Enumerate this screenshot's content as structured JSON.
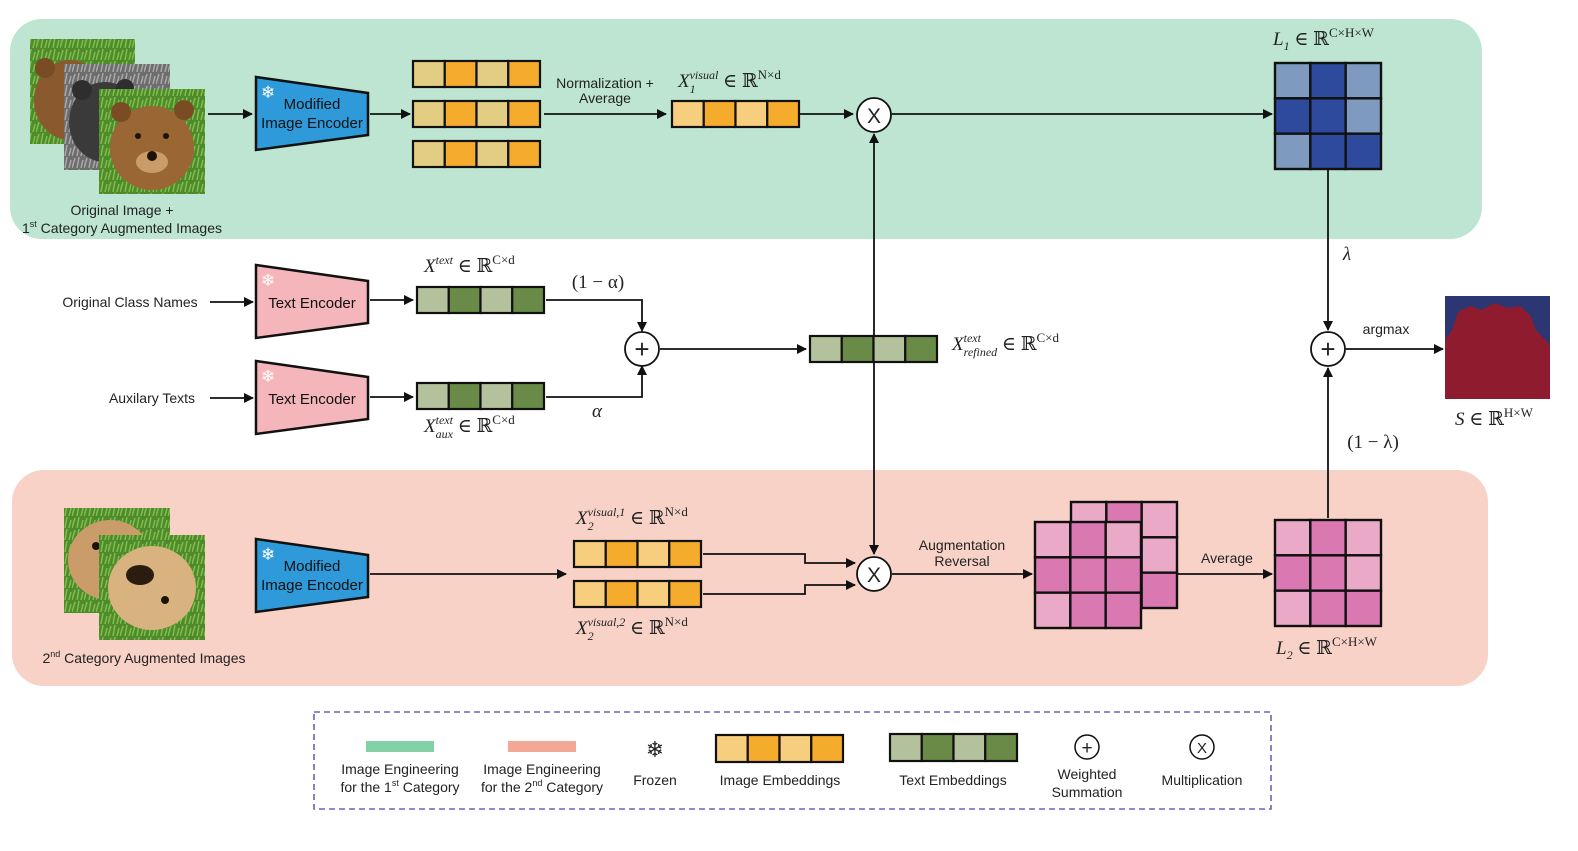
{
  "colors": {
    "band_top": "#bde5d1",
    "band_bottom": "#f8d2c6",
    "encoder_image": "#2e9ad9",
    "encoder_text": "#f4b6bb",
    "emb_light": "#f7cd7e",
    "emb_dark": "#f5ab2c",
    "emb_top_light": "#e3cd82",
    "txt_light": "#b3c29d",
    "txt_dark": "#6a8a48",
    "grid_blue_dark": "#2d4a9c",
    "grid_blue_light": "#7e9bbf",
    "grid_pink_dark": "#d978b1",
    "grid_pink_light": "#e9a9c7",
    "seg_bg": "#2c3672",
    "seg_fg": "#8e1b2e",
    "legend_border": "#7060b5",
    "legend_green": "#83d2a7",
    "legend_salmon": "#f3a795"
  },
  "inputs": {
    "top_caption_1": "Original Image +",
    "top_caption_2a": "1",
    "top_caption_2sup": "st",
    "top_caption_2b": " Category Augmented Images",
    "bottom_caption_a": "2",
    "bottom_caption_sup": "nd",
    "bottom_caption_b": " Category Augmented Images",
    "class_names": "Original Class Names",
    "aux_texts": "Auxilary Texts"
  },
  "encoders": {
    "image_line1": "Modified",
    "image_line2": "Image Encoder",
    "text": "Text Encoder",
    "frozen_glyph": "❄"
  },
  "steps": {
    "norm_line1": "Normalization +",
    "norm_line2": "Average",
    "aug_line1": "Augmentation",
    "aug_line2": "Reversal",
    "average": "Average",
    "argmax": "argmax",
    "mult": "X",
    "plus": "+"
  },
  "math": {
    "x1": {
      "base": "X",
      "sub": "1",
      "sup": "visual",
      "rest": " ∈ ℝ",
      "dim": "N×d"
    },
    "xtext": {
      "base": "X",
      "sup": "text",
      "rest": " ∈ ℝ",
      "dim": "C×d"
    },
    "xaux": {
      "base": "X",
      "sub": "aux",
      "sup": "text",
      "rest": " ∈ ℝ",
      "dim": "C×d"
    },
    "xrefined": {
      "base": "X",
      "sub": "refined",
      "sup": "text",
      "rest": " ∈ ℝ",
      "dim": "C×d"
    },
    "x21": {
      "base": "X",
      "sub": "2",
      "sup": "visual,1",
      "rest": " ∈ ℝ",
      "dim": "N×d"
    },
    "x22": {
      "base": "X",
      "sub": "2",
      "sup": "visual,2",
      "rest": " ∈ ℝ",
      "dim": "N×d"
    },
    "l1": {
      "base": "L",
      "sub": "1",
      "rest": " ∈ ℝ",
      "dim": "C×H×W"
    },
    "l2": {
      "base": "L",
      "sub": "2",
      "rest": " ∈ ℝ",
      "dim": "C×H×W"
    },
    "s": {
      "base": "S",
      "rest": " ∈ ℝ",
      "dim": "H×W"
    },
    "one_minus_alpha": "(1 − α)",
    "alpha": "α",
    "lambda": "λ",
    "one_minus_lambda": "(1 − λ)"
  },
  "legend": {
    "green_line1": "Image Engineering",
    "green_line2a": "for the 1",
    "green_line2sup": "st",
    "green_line2b": " Category",
    "salmon_line1": "Image Engineering",
    "salmon_line2a": "for the 2",
    "salmon_line2sup": "nd",
    "salmon_line2b": " Category",
    "frozen": "Frozen",
    "image_emb": "Image Embeddings",
    "text_emb": "Text Embeddings",
    "weighted_line1": "Weighted",
    "weighted_line2": "Summation",
    "mult": "Multiplication"
  }
}
